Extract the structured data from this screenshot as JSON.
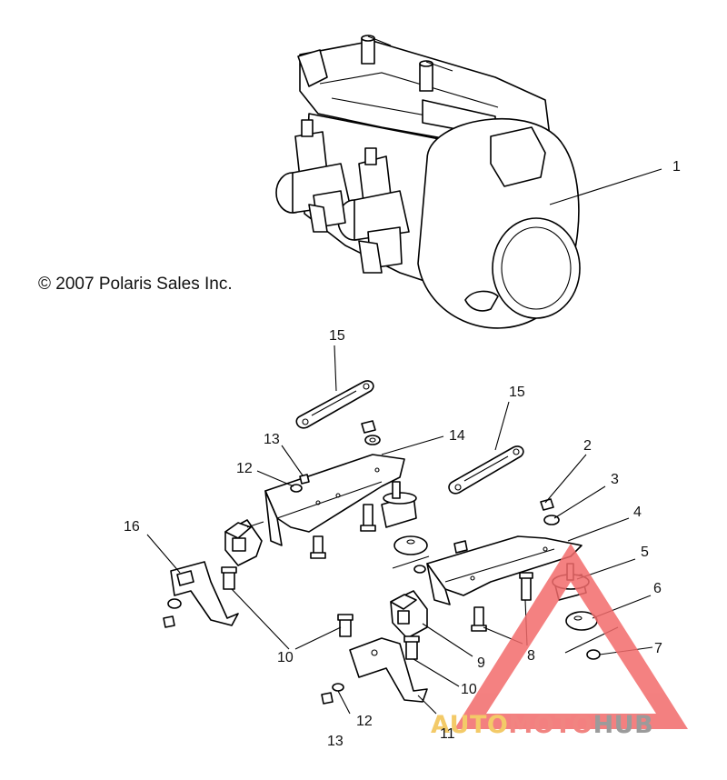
{
  "copyright": "© 2007 Polaris Sales Inc.",
  "callouts": [
    {
      "id": "c1",
      "text": "1"
    },
    {
      "id": "c2",
      "text": "2"
    },
    {
      "id": "c3",
      "text": "3"
    },
    {
      "id": "c4",
      "text": "4"
    },
    {
      "id": "c5",
      "text": "5"
    },
    {
      "id": "c6",
      "text": "6"
    },
    {
      "id": "c7",
      "text": "7"
    },
    {
      "id": "c8",
      "text": "8"
    },
    {
      "id": "c9",
      "text": "9"
    },
    {
      "id": "c10a",
      "text": "10"
    },
    {
      "id": "c10b",
      "text": "10"
    },
    {
      "id": "c11",
      "text": "11"
    },
    {
      "id": "c12a",
      "text": "12"
    },
    {
      "id": "c12b",
      "text": "12"
    },
    {
      "id": "c13a",
      "text": "13"
    },
    {
      "id": "c13b",
      "text": "13"
    },
    {
      "id": "c14",
      "text": "14"
    },
    {
      "id": "c15a",
      "text": "15"
    },
    {
      "id": "c15b",
      "text": "15"
    },
    {
      "id": "c16",
      "text": "16"
    }
  ],
  "watermark": {
    "part1": "AUTO",
    "part2": "MOTO",
    "part3": "HUB",
    "color_auto": "#f2c14e",
    "color_moto": "#ef6f6c",
    "color_hub": "#8a8a8a",
    "triangle_color": "#f26b6b"
  }
}
